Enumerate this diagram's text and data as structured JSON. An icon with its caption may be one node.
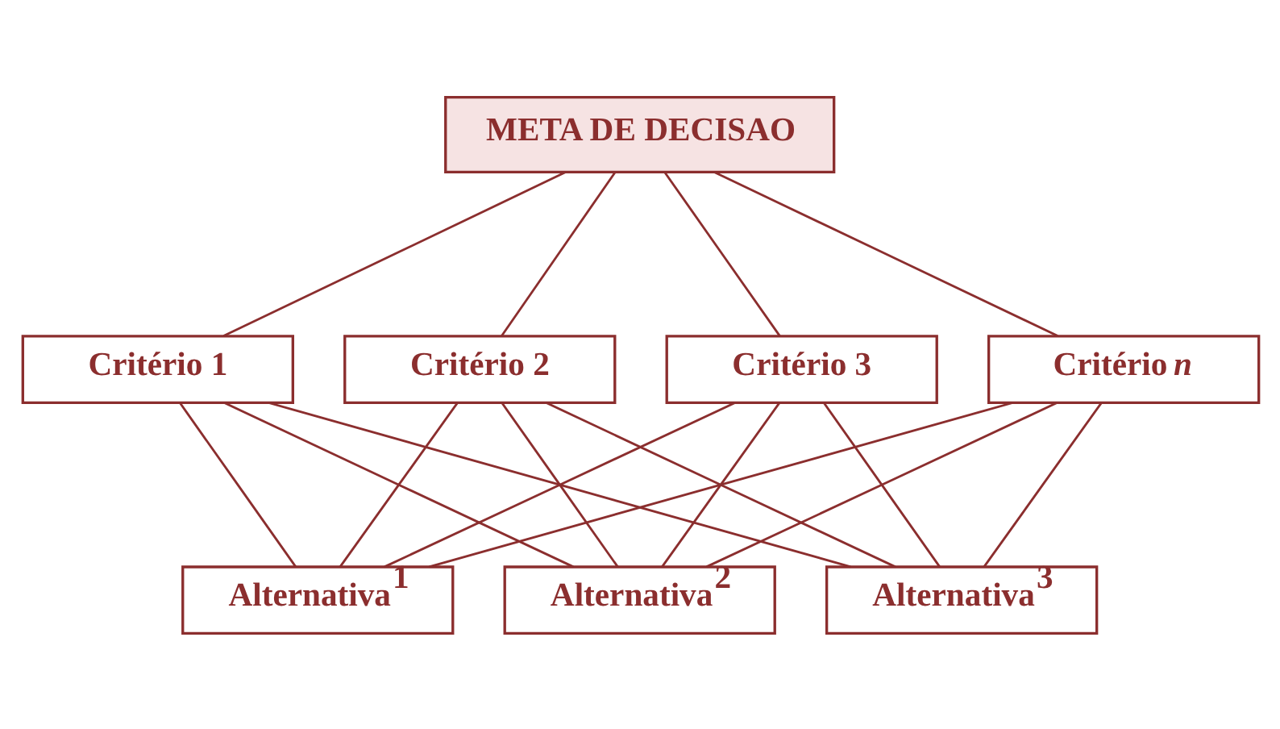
{
  "diagram": {
    "nodes": [
      {
        "text": [
          "META DE DECISAO"
        ]
      },
      {
        "text": [
          "Critério 1"
        ]
      },
      {
        "text": [
          "Critério 2"
        ]
      },
      {
        "text": [
          "Critério 3"
        ]
      },
      {
        "text": [
          "Critério *n*"
        ]
      },
      {
        "text": [
          "Alternativa$^{1}$"
        ]
      },
      {
        "text": [
          "Alternativa$^{2}$"
        ]
      },
      {
        "text": [
          "Alternativa$^{3}$"
        ]
      }
    ],
    "edges": [
      {
        "from": 0,
        "to": 1,
        "arrow": "none"
      },
      {
        "from": 0,
        "to": 2,
        "arrow": "none"
      },
      {
        "from": 0,
        "to": 3,
        "arrow": "none"
      },
      {
        "from": 0,
        "to": 4,
        "arrow": "none"
      },
      {
        "from": 1,
        "to": 5,
        "arrow": "none"
      },
      {
        "from": 1,
        "to": 6,
        "arrow": "none"
      },
      {
        "from": 1,
        "to": 7,
        "arrow": "none"
      },
      {
        "from": 2,
        "to": 5,
        "arrow": "none"
      },
      {
        "from": 2,
        "to": 6,
        "arrow": "none"
      },
      {
        "from": 2,
        "to": 7,
        "arrow": "none"
      },
      {
        "from": 3,
        "to": 5,
        "arrow": "none"
      },
      {
        "from": 3,
        "to": 6,
        "arrow": "none"
      },
      {
        "from": 3,
        "to": 7,
        "arrow": "none"
      },
      {
        "from": 4,
        "to": 5,
        "arrow": "none"
      },
      {
        "from": 4,
        "to": 6,
        "arrow": "none"
      },
      {
        "from": 4,
        "to": 7,
        "arrow": "none"
      }
    ]
  }
}
